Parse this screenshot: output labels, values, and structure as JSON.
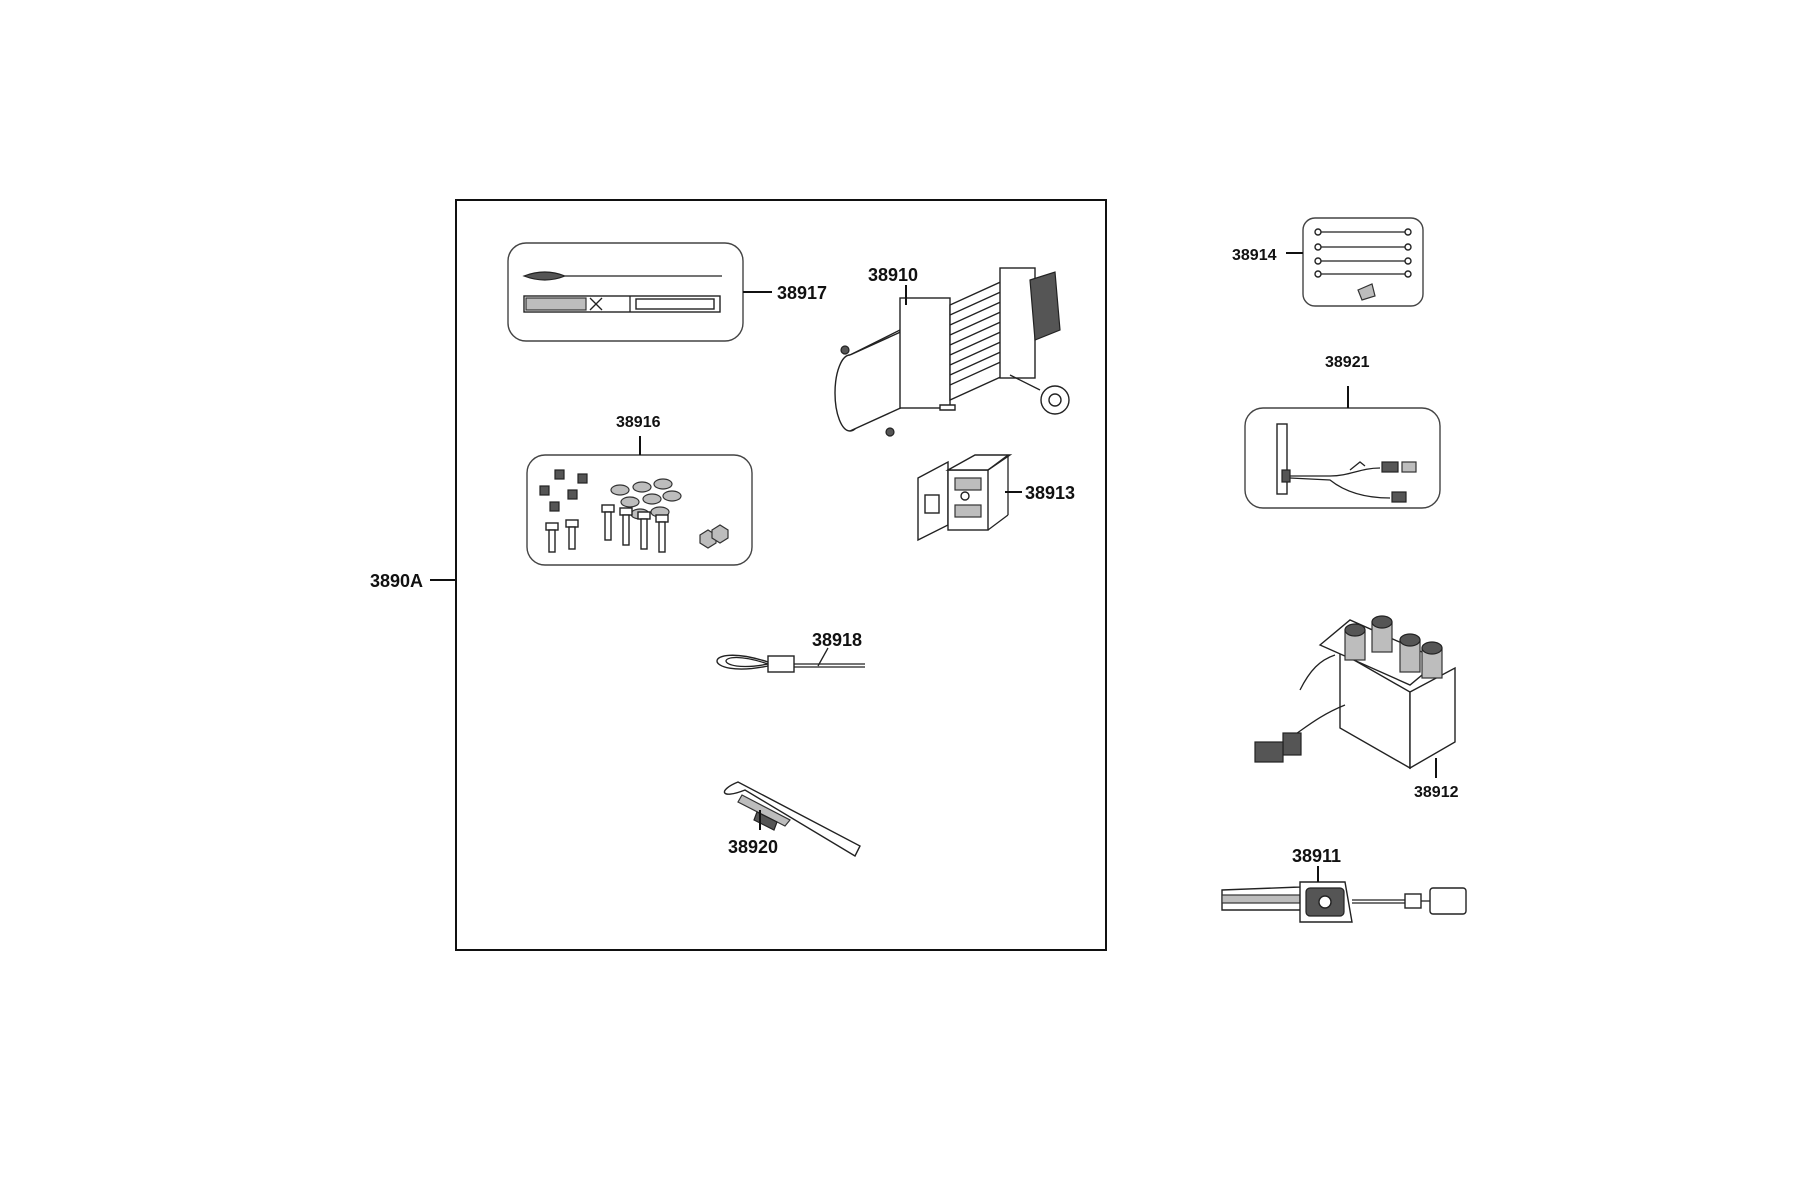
{
  "callouts": {
    "kit": "3890A",
    "winch": "38910",
    "remote": "38911",
    "solenoid": "38912",
    "fairlead": "38913",
    "cables": "38914",
    "hardware": "38916",
    "label_sheet": "38917",
    "hook": "38918",
    "strap": "38920",
    "harness": "38921"
  }
}
